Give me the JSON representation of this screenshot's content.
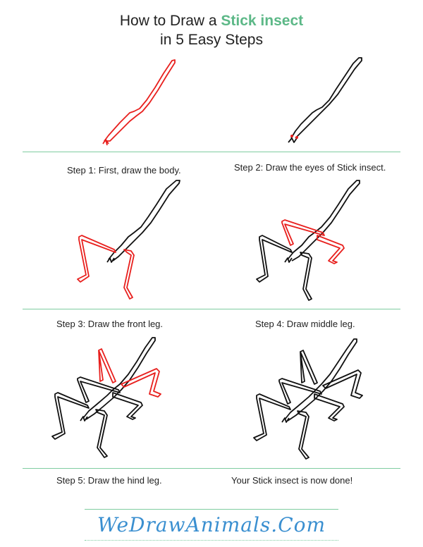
{
  "header": {
    "line1_prefix": "How to Draw a ",
    "line1_accent": "Stick insect",
    "line2": "in 5 Easy Steps"
  },
  "colors": {
    "accent_green": "#5cb887",
    "divider_green": "#7fcca0",
    "new_stroke_red": "#e8201e",
    "old_stroke_black": "#111111",
    "logo_blue": "#3a8fd0"
  },
  "steps": [
    {
      "caption": "Step 1: First, draw the body."
    },
    {
      "caption": "Step 2: Draw the eyes of Stick insect."
    },
    {
      "caption": "Step 3: Draw the front leg."
    },
    {
      "caption": "Step 4: Draw middle leg."
    },
    {
      "caption": "Step 5: Draw the hind leg."
    },
    {
      "caption": "Your Stick insect is now done!"
    }
  ],
  "footer": {
    "logo_text": "WeDrawAnimals.Com"
  }
}
